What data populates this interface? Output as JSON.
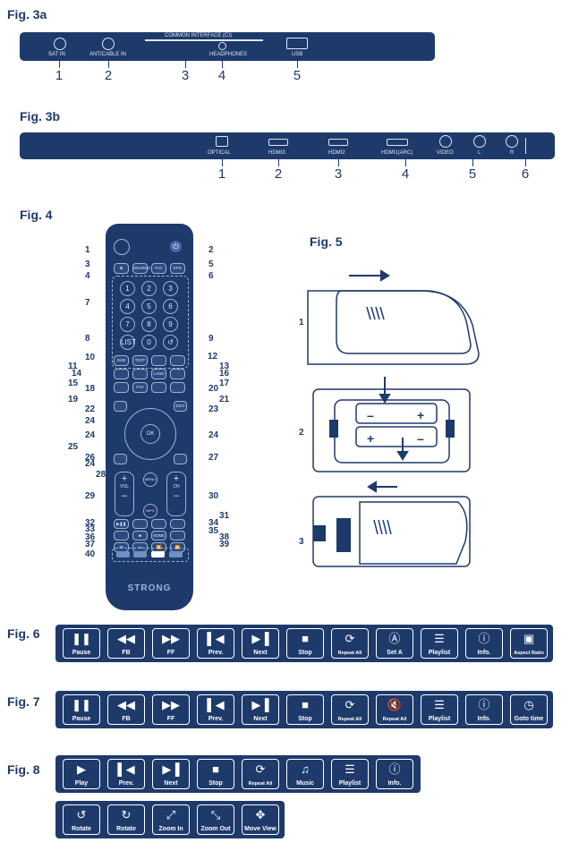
{
  "fig3a": {
    "title": "Fig. 3a",
    "ports": [
      "SAT IN",
      "ANT/CABLE IN",
      "COMMON INTERFACE (CI)",
      "HEADPHONES",
      "USB"
    ],
    "numbers": [
      "1",
      "2",
      "3",
      "4",
      "5"
    ]
  },
  "fig3b": {
    "title": "Fig. 3b",
    "ports": [
      "OPTICAL",
      "HDMI3",
      "HDMI2",
      "HDMI1(ARC)",
      "VIDEO",
      "L",
      "R"
    ],
    "numbers": [
      "1",
      "2",
      "3",
      "4",
      "5",
      "6"
    ]
  },
  "fig4": {
    "title": "Fig. 4",
    "brand": "STRONG",
    "numbers_left": [
      "1",
      "3",
      "4",
      "7",
      "8",
      "10",
      "11",
      "14",
      "15",
      "18",
      "19",
      "22",
      "24",
      "24",
      "25",
      "26",
      "24",
      "28",
      "29",
      "32",
      "33",
      "36",
      "37",
      "40"
    ],
    "numbers_right": [
      "2",
      "5",
      "6",
      "9",
      "12",
      "13",
      "16",
      "17",
      "20",
      "21",
      "23",
      "24",
      "27",
      "30",
      "31",
      "34",
      "35",
      "38",
      "39"
    ],
    "keys": [
      "1",
      "2",
      "3",
      "4",
      "5",
      "6",
      "7",
      "8",
      "9",
      "0"
    ],
    "button_labels": [
      "SOURCE",
      "P.IC",
      "EPG",
      "LIST",
      "SUB",
      "TEXT",
      "LANG",
      "FAV",
      "EXIT",
      "OK",
      "MENU",
      "VOL",
      "CH",
      "INFO",
      "HOME"
    ]
  },
  "fig5": {
    "title": "Fig. 5",
    "steps": [
      "1",
      "2",
      "3"
    ]
  },
  "fig6": {
    "title": "Fig. 6",
    "buttons": [
      {
        "icon": "pause-icon",
        "glyph": "❚❚",
        "label": "Pause"
      },
      {
        "icon": "fast-backward-icon",
        "glyph": "◀◀",
        "label": "FB"
      },
      {
        "icon": "fast-forward-icon",
        "glyph": "▶▶",
        "label": "FF"
      },
      {
        "icon": "previous-icon",
        "glyph": "▌◀",
        "label": "Prev."
      },
      {
        "icon": "next-icon",
        "glyph": "▶▐",
        "label": "Next"
      },
      {
        "icon": "stop-icon",
        "glyph": "■",
        "label": "Stop"
      },
      {
        "icon": "repeat-icon",
        "glyph": "⟳",
        "label": "Repeat All"
      },
      {
        "icon": "set-a-icon",
        "glyph": "Ⓐ",
        "label": "Set A"
      },
      {
        "icon": "playlist-icon",
        "glyph": "☰",
        "label": "Playlist"
      },
      {
        "icon": "info-icon",
        "glyph": "ⓘ",
        "label": "Info."
      },
      {
        "icon": "aspect-ratio-icon",
        "glyph": "▣",
        "label": "Aspect Ratio"
      }
    ]
  },
  "fig7": {
    "title": "Fig. 7",
    "buttons": [
      {
        "icon": "pause-icon",
        "glyph": "❚❚",
        "label": "Pause"
      },
      {
        "icon": "fast-backward-icon",
        "glyph": "◀◀",
        "label": "FB"
      },
      {
        "icon": "fast-forward-icon",
        "glyph": "▶▶",
        "label": "FF"
      },
      {
        "icon": "previous-icon",
        "glyph": "▌◀",
        "label": "Prev."
      },
      {
        "icon": "next-icon",
        "glyph": "▶▐",
        "label": "Next"
      },
      {
        "icon": "stop-icon",
        "glyph": "■",
        "label": "Stop"
      },
      {
        "icon": "repeat-icon",
        "glyph": "⟳",
        "label": "Repeat All"
      },
      {
        "icon": "mute-icon",
        "glyph": "🔇",
        "label": "Repeat All"
      },
      {
        "icon": "playlist-icon",
        "glyph": "☰",
        "label": "Playlist"
      },
      {
        "icon": "info-icon",
        "glyph": "ⓘ",
        "label": "Info."
      },
      {
        "icon": "goto-time-icon",
        "glyph": "◷",
        "label": "Goto time"
      }
    ]
  },
  "fig8": {
    "title": "Fig. 8",
    "buttons_row1": [
      {
        "icon": "play-icon",
        "glyph": "▶",
        "label": "Play"
      },
      {
        "icon": "previous-icon",
        "glyph": "▌◀",
        "label": "Prev."
      },
      {
        "icon": "next-icon",
        "glyph": "▶▐",
        "label": "Next"
      },
      {
        "icon": "stop-icon",
        "glyph": "■",
        "label": "Stop"
      },
      {
        "icon": "repeat-icon",
        "glyph": "⟳",
        "label": "Repeat All"
      },
      {
        "icon": "music-icon",
        "glyph": "♫",
        "label": "Music"
      },
      {
        "icon": "playlist-icon",
        "glyph": "☰",
        "label": "Playlist"
      },
      {
        "icon": "info-icon",
        "glyph": "ⓘ",
        "label": "Info."
      }
    ],
    "buttons_row2": [
      {
        "icon": "rotate-left-icon",
        "glyph": "↺",
        "label": "Rotate"
      },
      {
        "icon": "rotate-right-icon",
        "glyph": "↻",
        "label": "Rotate"
      },
      {
        "icon": "zoom-in-icon",
        "glyph": "⤢",
        "label": "Zoom In"
      },
      {
        "icon": "zoom-out-icon",
        "glyph": "⤡",
        "label": "Zoom Out"
      },
      {
        "icon": "move-view-icon",
        "glyph": "✥",
        "label": "Move View"
      }
    ]
  },
  "colors": {
    "navy": "#1e3a6b",
    "light": "#dfe7f3"
  }
}
